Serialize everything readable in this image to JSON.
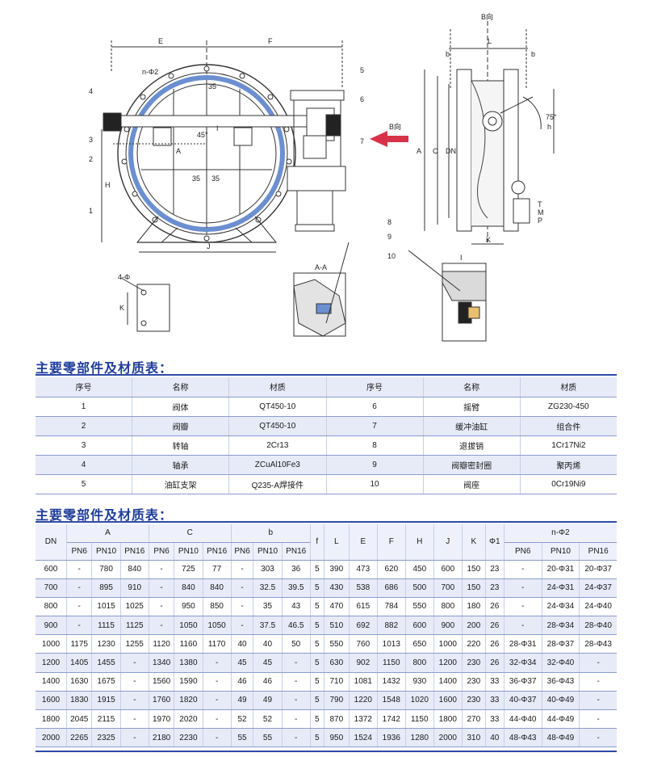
{
  "drawing": {
    "view_b_label": "B向",
    "arrow_label": "B向",
    "dims": [
      "E",
      "F",
      "n-Φ2",
      "A",
      "H",
      "J",
      "4",
      "3",
      "2",
      "1",
      "5",
      "6",
      "7",
      "8",
      "9",
      "10",
      "L",
      "b",
      "b",
      "DN",
      "C",
      "A",
      "h",
      "75°",
      "K",
      "T",
      "M",
      "P",
      "A-A",
      "4-Φ",
      "K",
      "I",
      "I"
    ],
    "inner_dims": [
      "45°",
      "35",
      "35",
      "35"
    ]
  },
  "parts_section": {
    "title": "主要零部件及材质表：",
    "headers": [
      "序号",
      "名称",
      "材质",
      "序号",
      "名称",
      "材质"
    ],
    "rows": [
      [
        "1",
        "阀体",
        "QT450-10",
        "6",
        "摇臂",
        "ZG230-450"
      ],
      [
        "2",
        "阀瓣",
        "QT450-10",
        "7",
        "缓冲油缸",
        "组合件"
      ],
      [
        "3",
        "转轴",
        "2Cr13",
        "8",
        "退拔销",
        "1Cr17Ni2"
      ],
      [
        "4",
        "轴承",
        "ZCuAl10Fe3",
        "9",
        "阀瓣密封圈",
        "聚丙烯"
      ],
      [
        "5",
        "油缸支架",
        "Q235-A焊接件",
        "10",
        "阀座",
        "0Cr19Ni9"
      ]
    ]
  },
  "dims_section": {
    "title": "主要零部件及材质表：",
    "header_top": {
      "dn": "DN",
      "a": "A",
      "c": "C",
      "b": "b",
      "f": "f",
      "l": "L",
      "e": "E",
      "ff": "F",
      "h": "H",
      "j": "J",
      "k": "K",
      "phi1": "Φ1",
      "nphi2": "n-Φ2"
    },
    "header_sub": [
      "PN6",
      "PN10",
      "PN16",
      "PN6",
      "PN10",
      "PN16",
      "PN6",
      "PN10",
      "PN16",
      "PN6",
      "PN10",
      "PN16"
    ],
    "rows": [
      [
        "600",
        "-",
        "780",
        "840",
        "-",
        "725",
        "77",
        "-",
        "303",
        "36",
        "5",
        "390",
        "473",
        "620",
        "450",
        "600",
        "150",
        "23",
        "-",
        "20-Φ31",
        "20-Φ37"
      ],
      [
        "700",
        "-",
        "895",
        "910",
        "-",
        "840",
        "840",
        "-",
        "32.5",
        "39.5",
        "5",
        "430",
        "538",
        "686",
        "500",
        "700",
        "150",
        "23",
        "-",
        "24-Φ31",
        "24-Φ37"
      ],
      [
        "800",
        "-",
        "1015",
        "1025",
        "-",
        "950",
        "850",
        "-",
        "35",
        "43",
        "5",
        "470",
        "615",
        "784",
        "550",
        "800",
        "180",
        "26",
        "-",
        "24-Φ34",
        "24-Φ40"
      ],
      [
        "900",
        "-",
        "1115",
        "1125",
        "-",
        "1050",
        "1050",
        "-",
        "37.5",
        "46.5",
        "5",
        "510",
        "692",
        "882",
        "600",
        "900",
        "200",
        "26",
        "-",
        "28-Φ34",
        "28-Φ40"
      ],
      [
        "1000",
        "1175",
        "1230",
        "1255",
        "1120",
        "1160",
        "1170",
        "40",
        "40",
        "50",
        "5",
        "550",
        "760",
        "1013",
        "650",
        "1000",
        "220",
        "26",
        "28-Φ31",
        "28-Φ37",
        "28-Φ43"
      ],
      [
        "1200",
        "1405",
        "1455",
        "-",
        "1340",
        "1380",
        "-",
        "45",
        "45",
        "-",
        "5",
        "630",
        "902",
        "1150",
        "800",
        "1200",
        "230",
        "26",
        "32-Φ34",
        "32-Φ40",
        "-"
      ],
      [
        "1400",
        "1630",
        "1675",
        "-",
        "1560",
        "1590",
        "-",
        "46",
        "46",
        "-",
        "5",
        "710",
        "1081",
        "1432",
        "930",
        "1400",
        "230",
        "33",
        "36-Φ37",
        "36-Φ43",
        "-"
      ],
      [
        "1600",
        "1830",
        "1915",
        "-",
        "1760",
        "1820",
        "-",
        "49",
        "49",
        "-",
        "5",
        "790",
        "1220",
        "1548",
        "1020",
        "1600",
        "230",
        "33",
        "40-Φ37",
        "40-Φ49",
        "-"
      ],
      [
        "1800",
        "2045",
        "2115",
        "-",
        "1970",
        "2020",
        "-",
        "52",
        "52",
        "-",
        "5",
        "870",
        "1372",
        "1742",
        "1150",
        "1800",
        "270",
        "33",
        "44-Φ40",
        "44-Φ49",
        "-"
      ],
      [
        "2000",
        "2265",
        "2325",
        "-",
        "2180",
        "2230",
        "-",
        "55",
        "55",
        "-",
        "5",
        "950",
        "1524",
        "1936",
        "1280",
        "2000",
        "310",
        "40",
        "48-Φ43",
        "48-Φ49",
        "-"
      ]
    ]
  },
  "colors": {
    "title": "#1f3d99",
    "rule": "#2f4aa8",
    "row_alt": "#e7ebf8",
    "arrow": "#d8324a",
    "valve_fill": "#6b8fd0"
  }
}
